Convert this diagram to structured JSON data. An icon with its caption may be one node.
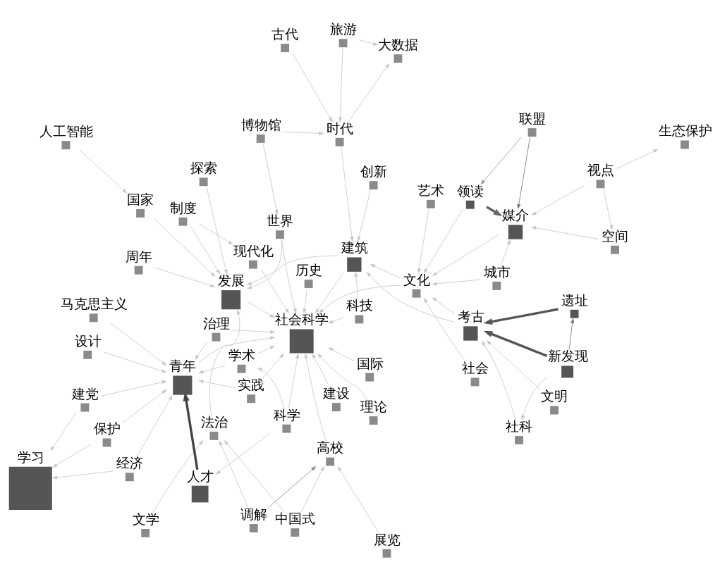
{
  "diagram": {
    "nodes": [
      {
        "text": [
          "调解"
        ]
      },
      {
        "text": [
          "展览"
        ]
      },
      {
        "text": [
          "中国式"
        ]
      },
      {
        "text": [
          "制度"
        ]
      },
      {
        "text": [
          "马克思主义"
        ]
      },
      {
        "text": [
          "建党"
        ]
      },
      {
        "text": [
          "学习"
        ]
      },
      {
        "text": [
          "高校"
        ]
      },
      {
        "text": [
          "现代化"
        ]
      },
      {
        "text": [
          "文学"
        ]
      },
      {
        "text": [
          "周年"
        ]
      },
      {
        "text": [
          "法治"
        ]
      },
      {
        "text": [
          "理论"
        ]
      },
      {
        "text": [
          "治理"
        ]
      },
      {
        "text": [
          "人工智能"
        ]
      },
      {
        "text": [
          "探索"
        ]
      },
      {
        "text": [
          "历史"
        ]
      },
      {
        "text": [
          "经济"
        ]
      },
      {
        "text": [
          "国家"
        ]
      },
      {
        "text": [
          "发展"
        ]
      },
      {
        "text": [
          "社会科学"
        ]
      },
      {
        "text": [
          "实践"
        ]
      },
      {
        "text": [
          "设计"
        ]
      },
      {
        "text": [
          "建设"
        ]
      },
      {
        "text": [
          "青年"
        ]
      },
      {
        "text": [
          "旅游"
        ]
      },
      {
        "text": [
          "博物馆"
        ]
      },
      {
        "text": [
          "世界"
        ]
      },
      {
        "text": [
          "国际"
        ]
      },
      {
        "text": [
          "学术"
        ]
      },
      {
        "text": [
          "保护"
        ]
      },
      {
        "text": [
          "大数据"
        ]
      },
      {
        "text": [
          "时代"
        ]
      },
      {
        "text": [
          "创新"
        ]
      },
      {
        "text": [
          "建筑"
        ]
      },
      {
        "text": [
          "科学"
        ]
      },
      {
        "text": [
          "科技"
        ]
      },
      {
        "text": [
          "人才"
        ]
      },
      {
        "text": [
          "古代"
        ]
      },
      {
        "text": [
          "社科"
        ]
      },
      {
        "text": [
          "文明"
        ]
      },
      {
        "text": [
          "文化"
        ]
      },
      {
        "text": [
          "社会"
        ]
      },
      {
        "text": [
          "考古"
        ]
      },
      {
        "text": [
          "视点"
        ]
      },
      {
        "text": [
          "空间"
        ]
      },
      {
        "text": [
          "城市"
        ]
      },
      {
        "text": [
          "艺术"
        ]
      },
      {
        "text": [
          "遗址"
        ]
      },
      {
        "text": [
          "媒介"
        ]
      },
      {
        "text": [
          "新发现"
        ]
      },
      {
        "text": [
          "领读"
        ]
      },
      {
        "text": [
          "联盟"
        ]
      },
      {
        "text": [
          "生态保护"
        ]
      }
    ],
    "edges": [
      {
        "from": 37,
        "to": 24,
        "arrow": "to",
        "style": "thick",
        "color": "#444444"
      },
      {
        "from": 50,
        "to": 43,
        "arrow": "to",
        "style": "thick",
        "color": "#555555"
      },
      {
        "from": 50,
        "to": 48,
        "arrow": "to",
        "color": "#777777"
      },
      {
        "from": 48,
        "to": 43,
        "arrow": "to",
        "style": "thick",
        "color": "#555555"
      },
      {
        "from": 51,
        "to": 49,
        "arrow": "to",
        "style": "thick",
        "color": "#666666"
      },
      {
        "from": 52,
        "to": 49,
        "arrow": "to",
        "color": "#777777"
      },
      {
        "from": 52,
        "to": 51,
        "arrow": "to",
        "color": "#999999"
      },
      {
        "from": 0,
        "to": 7,
        "arrow": "to",
        "color": "#888888"
      },
      {
        "from": 5,
        "to": 6,
        "arrow": "to"
      },
      {
        "from": 17,
        "to": 6,
        "arrow": "to"
      },
      {
        "from": 30,
        "to": 6,
        "arrow": "to"
      },
      {
        "from": 25,
        "to": 31,
        "arrow": "to"
      },
      {
        "from": 32,
        "to": 31,
        "arrow": "to"
      },
      {
        "from": 44,
        "to": 53,
        "arrow": "to"
      },
      {
        "from": 35,
        "to": 37,
        "arrow": "to"
      },
      {
        "from": 50,
        "to": 39,
        "arrow": "to"
      },
      {
        "from": 0,
        "to": 11,
        "arrow": "to"
      },
      {
        "from": 1,
        "to": 7,
        "arrow": "to"
      },
      {
        "from": 2,
        "to": 11,
        "arrow": "to"
      },
      {
        "from": 2,
        "to": 7,
        "arrow": "to"
      },
      {
        "from": 3,
        "to": 8,
        "arrow": "to"
      },
      {
        "from": 4,
        "to": 24,
        "arrow": "to"
      },
      {
        "from": 5,
        "to": 24,
        "arrow": "to"
      },
      {
        "from": 9,
        "to": 11,
        "arrow": "to"
      },
      {
        "from": 10,
        "to": 19,
        "arrow": "to"
      },
      {
        "from": 11,
        "to": 19,
        "arrow": "to"
      },
      {
        "from": 12,
        "to": 20,
        "arrow": "to"
      },
      {
        "from": 13,
        "to": 24,
        "arrow": "to"
      },
      {
        "from": 14,
        "to": 18,
        "arrow": "to"
      },
      {
        "from": 15,
        "to": 19,
        "arrow": "to"
      },
      {
        "from": 16,
        "to": 20,
        "arrow": "to"
      },
      {
        "from": 17,
        "to": 24,
        "arrow": "to"
      },
      {
        "from": 18,
        "to": 19,
        "arrow": "to"
      },
      {
        "from": 19,
        "to": 20,
        "arrow": "to"
      },
      {
        "from": 21,
        "to": 24,
        "arrow": "to"
      },
      {
        "from": 22,
        "to": 24,
        "arrow": "to"
      },
      {
        "from": 23,
        "to": 20,
        "arrow": "to"
      },
      {
        "from": 25,
        "to": 32,
        "arrow": "to"
      },
      {
        "from": 26,
        "to": 27,
        "arrow": "to"
      },
      {
        "from": 27,
        "to": 19,
        "arrow": "to"
      },
      {
        "from": 28,
        "to": 20,
        "arrow": "to"
      },
      {
        "from": 29,
        "to": 24,
        "arrow": "to"
      },
      {
        "from": 30,
        "to": 24,
        "arrow": "to"
      },
      {
        "from": 32,
        "to": 34,
        "arrow": "to"
      },
      {
        "from": 33,
        "to": 34,
        "arrow": "to"
      },
      {
        "from": 34,
        "to": 19,
        "arrow": "to"
      },
      {
        "from": 35,
        "to": 29,
        "arrow": "to"
      },
      {
        "from": 36,
        "to": 34,
        "arrow": "to"
      },
      {
        "from": 38,
        "to": 32,
        "arrow": "to"
      },
      {
        "from": 39,
        "to": 43,
        "arrow": "to"
      },
      {
        "from": 40,
        "to": 43,
        "arrow": "to"
      },
      {
        "from": 41,
        "to": 34,
        "arrow": "to"
      },
      {
        "from": 42,
        "to": 41,
        "arrow": "to"
      },
      {
        "from": 43,
        "to": 41,
        "arrow": "to"
      },
      {
        "from": 44,
        "to": 45,
        "arrow": "to"
      },
      {
        "from": 46,
        "to": 49,
        "arrow": "to"
      },
      {
        "from": 47,
        "to": 41,
        "arrow": "to"
      },
      {
        "from": 45,
        "to": 49,
        "arrow": "to"
      },
      {
        "from": 44,
        "to": 49,
        "arrow": "to"
      },
      {
        "from": 7,
        "to": 20,
        "arrow": "to"
      },
      {
        "from": 8,
        "to": 20,
        "arrow": "to"
      },
      {
        "from": 24,
        "to": 20,
        "arrow": "to"
      },
      {
        "from": 29,
        "to": 20,
        "arrow": "to"
      },
      {
        "from": 34,
        "to": 20,
        "arrow": "to"
      },
      {
        "from": 41,
        "to": 20,
        "arrow": "to"
      },
      {
        "from": 49,
        "to": 41,
        "arrow": "to"
      },
      {
        "from": 51,
        "to": 41,
        "arrow": "to"
      },
      {
        "from": 35,
        "to": 20,
        "arrow": "to"
      },
      {
        "from": 13,
        "to": 20,
        "arrow": "to"
      },
      {
        "from": 3,
        "to": 19,
        "arrow": "to"
      },
      {
        "from": 27,
        "to": 20,
        "arrow": "to"
      },
      {
        "from": 46,
        "to": 41,
        "arrow": "to"
      },
      {
        "from": 43,
        "to": 34,
        "arrow": "to"
      },
      {
        "from": 26,
        "to": 32,
        "arrow": "to"
      },
      {
        "from": 21,
        "to": 20,
        "arrow": "to"
      },
      {
        "from": 36,
        "to": 20,
        "arrow": "to"
      }
    ]
  }
}
